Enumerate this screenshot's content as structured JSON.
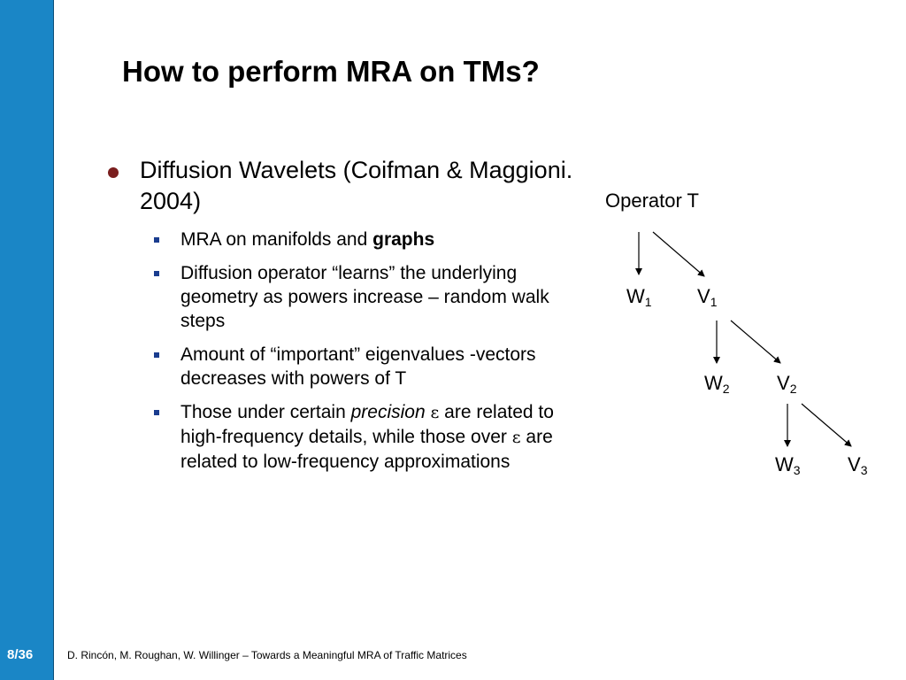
{
  "slide": {
    "page_number": "8/36",
    "title": "How to perform MRA on TMs?",
    "footer": "D. Rincón, M. Roughan, W. Willinger –  Towards a Meaningful MRA of Traffic Matrices"
  },
  "bullets": {
    "main": "Diffusion Wavelets (Coifman & Maggioni. 2004)",
    "sub1": {
      "text": "MRA on manifolds and ",
      "bold": "graphs"
    },
    "sub2": "Diffusion operator “learns” the underlying geometry as powers increase – random walk steps",
    "sub3": "Amount of “important” eigenvalues -vectors decreases with powers of T",
    "sub4": {
      "part1": "Those under certain ",
      "italic": "precision",
      "eps": "ε",
      "part2": " are related to high-frequency details, while those over ",
      "part3": " are related to low-frequency approximations"
    }
  },
  "diagram": {
    "operator_label": "Operator T",
    "w_letter": "W",
    "v_letter": "V",
    "index1": "1",
    "index2": "2",
    "index3": "3"
  }
}
